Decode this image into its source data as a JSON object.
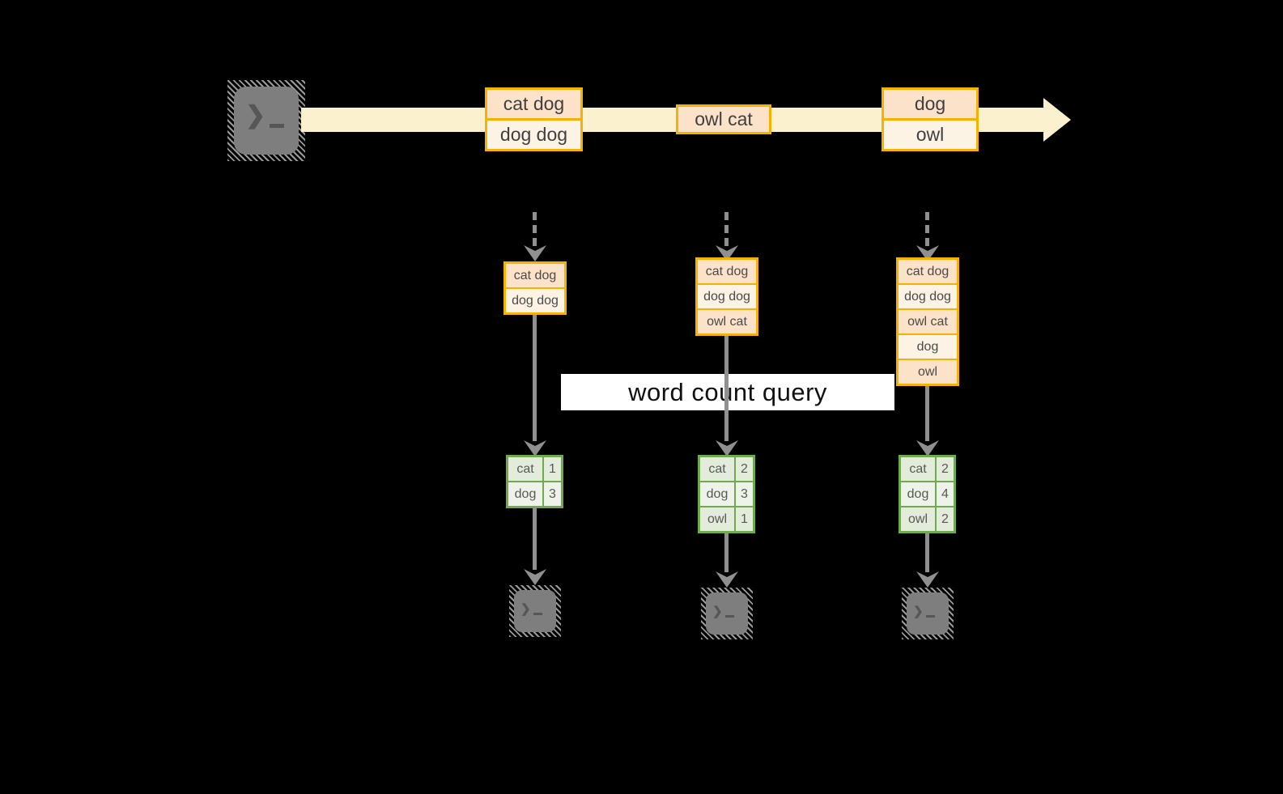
{
  "colors": {
    "background": "#000000",
    "gold": "#f5b201",
    "peach-dark": "#fbe2c8",
    "peach-light": "#fdf3e5",
    "cream": "#fbf1cf",
    "green": "#6faa4e",
    "green-dark": "#e3ecda",
    "green-light": "#eef3e9",
    "gray-arrow": "#909090",
    "term-fill": "#7e7e7e",
    "term-glyph": "#565656",
    "text-dark": "#3f3f3f",
    "band-bg": "#ffffff",
    "query-text": "#111111"
  },
  "terminal": {
    "glyph": "❯"
  },
  "stream": {
    "batches": [
      {
        "lines": [
          "cat dog",
          "dog dog"
        ]
      },
      {
        "lines": [
          "owl cat"
        ]
      },
      {
        "lines": [
          "dog",
          "owl"
        ]
      }
    ]
  },
  "query": {
    "label": "word count query"
  },
  "columns": [
    {
      "state": [
        "cat dog",
        "dog dog"
      ],
      "counts": [
        {
          "word": "cat",
          "value": 1
        },
        {
          "word": "dog",
          "value": 3
        }
      ]
    },
    {
      "state": [
        "cat dog",
        "dog dog",
        "owl cat"
      ],
      "counts": [
        {
          "word": "cat",
          "value": 2
        },
        {
          "word": "dog",
          "value": 3
        },
        {
          "word": "owl",
          "value": 1
        }
      ]
    },
    {
      "state": [
        "cat dog",
        "dog dog",
        "owl cat",
        "dog",
        "owl"
      ],
      "counts": [
        {
          "word": "cat",
          "value": 2
        },
        {
          "word": "dog",
          "value": 4
        },
        {
          "word": "owl",
          "value": 2
        }
      ]
    }
  ]
}
